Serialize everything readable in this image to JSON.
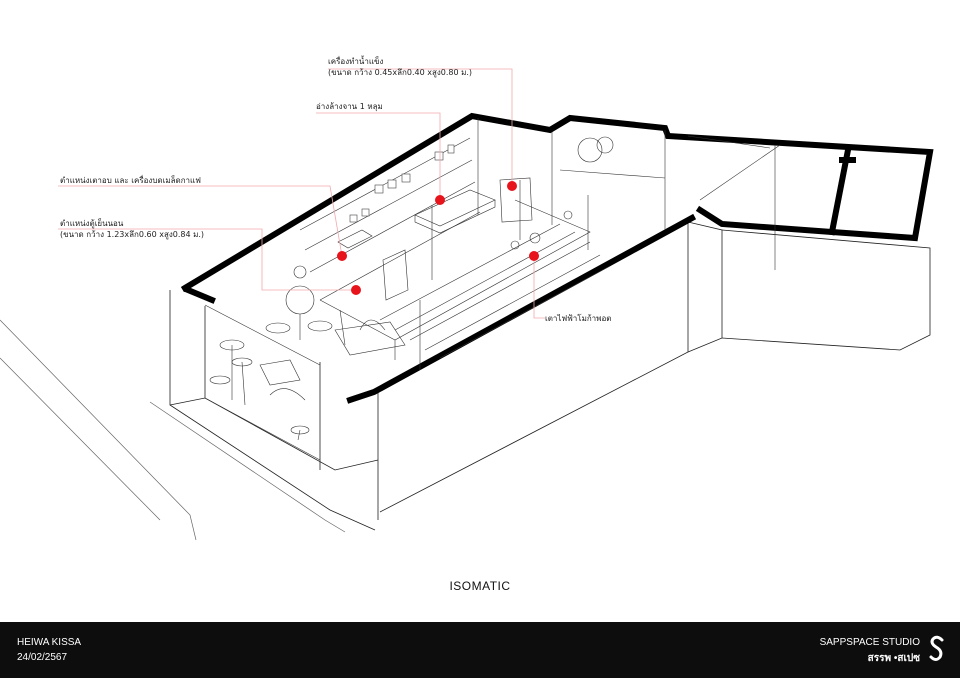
{
  "diagram": {
    "caption": "ISOMATIC",
    "callouts": [
      {
        "id": "ice-machine",
        "line1": "เครื่องทำน้ำแข็ง",
        "line2": "(ขนาด กว้าง 0.45xลึก0.40 xสูง0.80 ม.)"
      },
      {
        "id": "sink",
        "line1": "อ่างล้างจาน 1 หลุม",
        "line2": ""
      },
      {
        "id": "oven-grinder",
        "line1": "ตำแหน่งเตาอบ และ เครื่องบดเมล็ดกาแฟ",
        "line2": ""
      },
      {
        "id": "fridge",
        "line1": "ตำแหน่งตู้เย็นนอน",
        "line2": "(ขนาด กว้าง 1.23xลึก0.60 xสูง0.84 ม.)"
      },
      {
        "id": "hotplate",
        "line1": "เตาไฟฟ้าโมก้าพอต",
        "line2": ""
      }
    ],
    "marker_color": "#e8141c",
    "leader_color": "#f2a9ad"
  },
  "footer": {
    "project_name": "HEIWA KISSA",
    "date": "24/02/2567",
    "studio_name": "SAPPSPACE STUDIO",
    "studio_name_thai": "สรรพ •สเปซ",
    "logo_icon": "s-logo-icon",
    "background": "#0d0d0d"
  }
}
